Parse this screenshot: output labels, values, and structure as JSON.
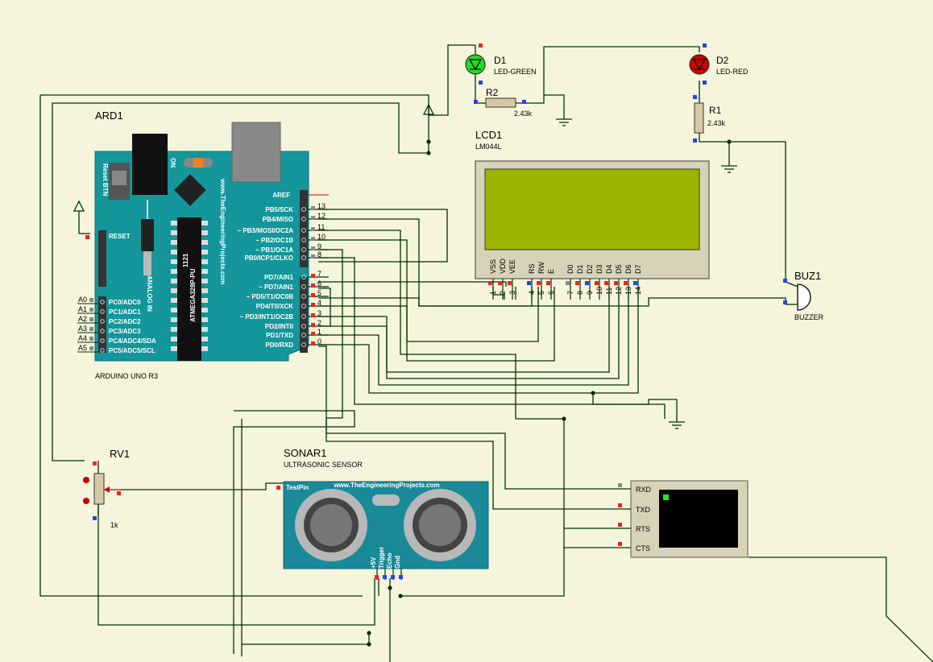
{
  "colors": {
    "background": "#f5f5dc",
    "wire": "#003300",
    "arduino_board": "#14969a",
    "lcd_screen": "#9bb400",
    "lcd_frame": "#d8d3b8",
    "sonar_board": "#1a8a99",
    "led_green": "#22dd22",
    "led_red": "#cc0000",
    "pin_red": "#ee2222",
    "pin_blue": "#2244ee",
    "terminal_screen": "#000000"
  },
  "arduino": {
    "ref": "ARD1",
    "model": "ARDUINO UNO R3",
    "website": "www.TheEngineeringProjects.com",
    "chip": "ATMEGA328P-PU",
    "chip_code": "1121",
    "reset_btn": "Reset BTN",
    "on_label": "ON",
    "analog_in": "ANALOG IN",
    "reset_pin": "RESET",
    "aref": "AREF",
    "digital_pins": [
      {
        "label": "PB5/SCK",
        "num": "13"
      },
      {
        "label": "PB4/MISO",
        "num": "12"
      },
      {
        "label": "~ PB3/MOSI/OC2A",
        "num": "11"
      },
      {
        "label": "~ PB2/OC1B",
        "num": "10"
      },
      {
        "label": "~ PB1/OC1A",
        "num": "9"
      },
      {
        "label": "PB0/ICP1/CLKO",
        "num": "8"
      },
      {
        "label": "PD7/AIN1",
        "num": "7"
      },
      {
        "label": "~ PD7/AIN1",
        "num": "6"
      },
      {
        "label": "~ PD5/T1/OC0B",
        "num": "5"
      },
      {
        "label": "PD4/T0/XCK",
        "num": "4"
      },
      {
        "label": "~ PD3/INT1/OC2B",
        "num": "3"
      },
      {
        "label": "PD2/INT0",
        "num": "2"
      },
      {
        "label": "PD1/TXD",
        "num": "1"
      },
      {
        "label": "PD0/RXD",
        "num": "0"
      }
    ],
    "analog_pins": [
      {
        "ext": "A0",
        "label": "PC0/ADC0"
      },
      {
        "ext": "A1",
        "label": "PC1/ADC1"
      },
      {
        "ext": "A2",
        "label": "PC2/ADC2"
      },
      {
        "ext": "A3",
        "label": "PC3/ADC3"
      },
      {
        "ext": "A4",
        "label": "PC4/ADC4/SDA"
      },
      {
        "ext": "A5",
        "label": "PC5/ADC5/SCL"
      }
    ]
  },
  "led_green": {
    "ref": "D1",
    "type": "LED-GREEN"
  },
  "led_red": {
    "ref": "D2",
    "type": "LED-RED"
  },
  "r2": {
    "ref": "R2",
    "value": "2.43k"
  },
  "r1": {
    "ref": "R1",
    "value": "2.43k"
  },
  "lcd": {
    "ref": "LCD1",
    "model": "LM044L",
    "pins": [
      {
        "name": "VSS",
        "num": "1"
      },
      {
        "name": "VDD",
        "num": "2"
      },
      {
        "name": "VEE",
        "num": "3"
      },
      {
        "name": "RS",
        "num": "4"
      },
      {
        "name": "RW",
        "num": "5"
      },
      {
        "name": "E",
        "num": "6"
      },
      {
        "name": "D0",
        "num": "7"
      },
      {
        "name": "D1",
        "num": "8"
      },
      {
        "name": "D2",
        "num": "9"
      },
      {
        "name": "D3",
        "num": "10"
      },
      {
        "name": "D4",
        "num": "11"
      },
      {
        "name": "D5",
        "num": "12"
      },
      {
        "name": "D6",
        "num": "13"
      },
      {
        "name": "D7",
        "num": "14"
      }
    ]
  },
  "buzzer": {
    "ref": "BUZ1",
    "type": "BUZZER"
  },
  "rv1": {
    "ref": "RV1",
    "value": "1k"
  },
  "sonar": {
    "ref": "SONAR1",
    "type": "ULTRASONIC SENSOR",
    "website": "www.TheEngineeringProjects.com",
    "test_pin": "TestPin",
    "pins": [
      "+5V",
      "Trigger",
      "Echo",
      "Gnd"
    ]
  },
  "terminal": {
    "pins": [
      "RXD",
      "TXD",
      "RTS",
      "CTS"
    ]
  }
}
